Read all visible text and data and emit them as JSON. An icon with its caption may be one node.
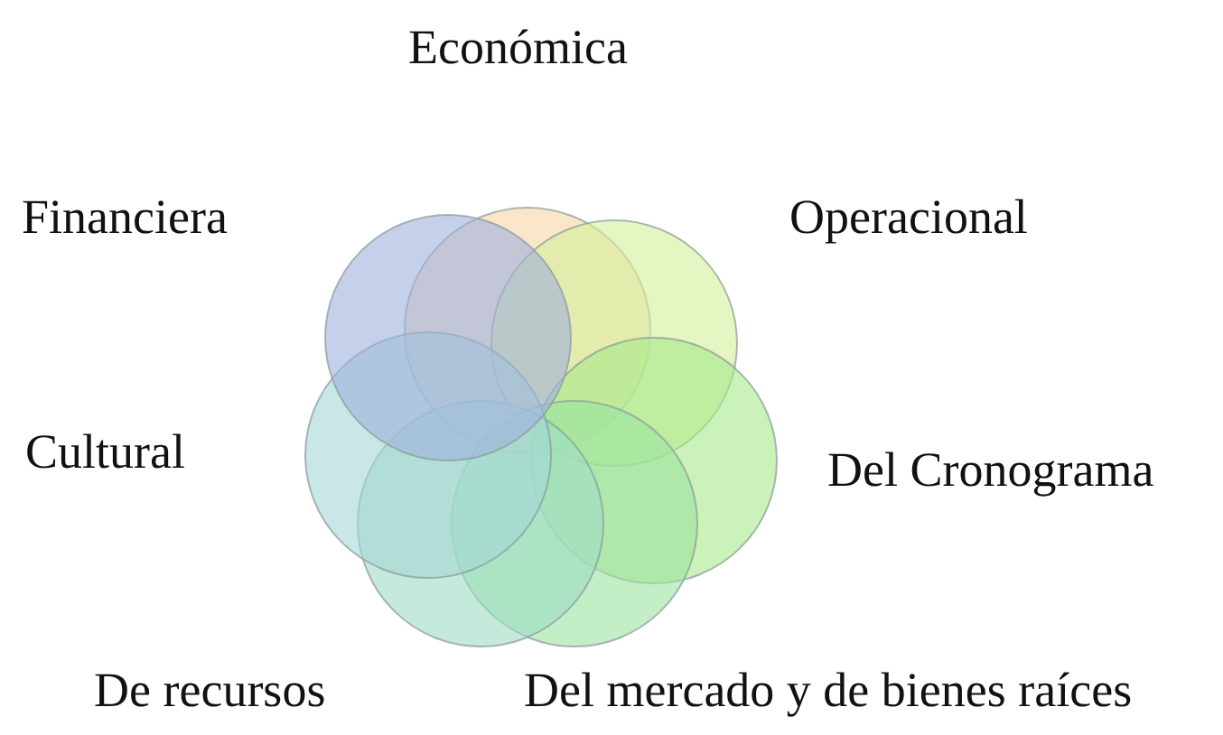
{
  "diagram": {
    "nodes": [
      {
        "text": [
          "Económica"
        ]
      },
      {
        "text": [
          "Financiera"
        ]
      },
      {
        "text": [
          "Operacional"
        ]
      },
      {
        "text": [
          "Cultural"
        ]
      },
      {
        "text": [
          "Del Cronograma"
        ]
      },
      {
        "text": [
          "De recursos"
        ]
      },
      {
        "text": [
          "Del mercado y de bienes raíces"
        ]
      }
    ]
  }
}
